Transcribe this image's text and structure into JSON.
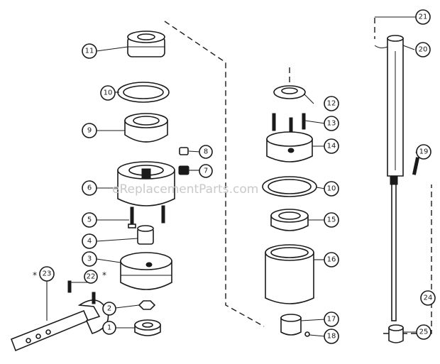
{
  "watermark": "eReplacementParts.com",
  "callouts": [
    {
      "id": "c1",
      "label": "1"
    },
    {
      "id": "c2",
      "label": "2"
    },
    {
      "id": "c3",
      "label": "3"
    },
    {
      "id": "c4",
      "label": "4"
    },
    {
      "id": "c5",
      "label": "5"
    },
    {
      "id": "c6",
      "label": "6"
    },
    {
      "id": "c7",
      "label": "7"
    },
    {
      "id": "c8",
      "label": "8"
    },
    {
      "id": "c9",
      "label": "9"
    },
    {
      "id": "c10a",
      "label": "10"
    },
    {
      "id": "c11",
      "label": "11"
    },
    {
      "id": "c12",
      "label": "12"
    },
    {
      "id": "c13",
      "label": "13"
    },
    {
      "id": "c14",
      "label": "14"
    },
    {
      "id": "c10b",
      "label": "10"
    },
    {
      "id": "c15",
      "label": "15"
    },
    {
      "id": "c16",
      "label": "16"
    },
    {
      "id": "c17",
      "label": "17"
    },
    {
      "id": "c18",
      "label": "18"
    },
    {
      "id": "c19",
      "label": "19"
    },
    {
      "id": "c20",
      "label": "20"
    },
    {
      "id": "c21",
      "label": "21"
    },
    {
      "id": "c22",
      "label": "22"
    },
    {
      "id": "c23",
      "label": "23"
    },
    {
      "id": "c24",
      "label": "24"
    },
    {
      "id": "c25",
      "label": "25"
    }
  ],
  "markers": {
    "asterisk": "*"
  }
}
